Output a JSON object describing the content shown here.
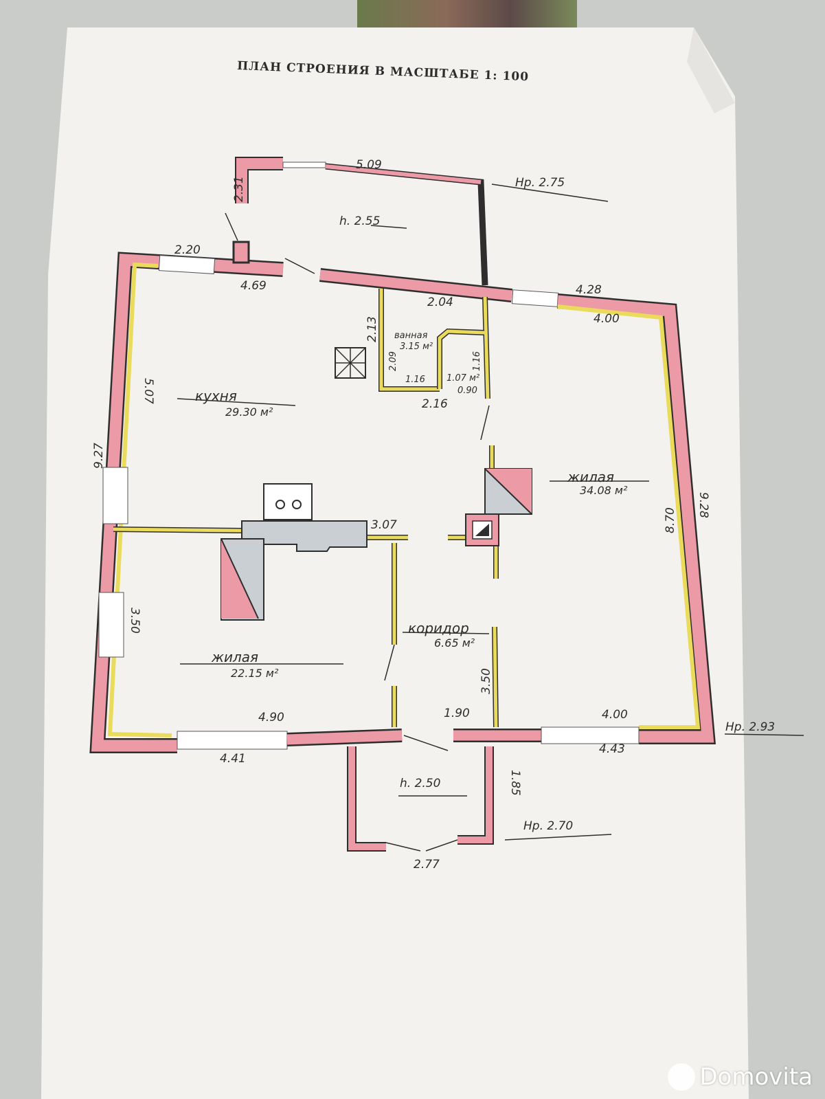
{
  "title": "ПЛАН СТРОЕНИЯ В МАСШТАБЕ 1: 100",
  "rooms": {
    "kitchen": {
      "name": "кухня",
      "area": "29.30 м²"
    },
    "living_right": {
      "name": "жилая",
      "area": "34.08 м²"
    },
    "living_left": {
      "name": "жилая",
      "area": "22.15 м²"
    },
    "corridor": {
      "name": "коридор",
      "area": "6.65 м²"
    },
    "bathroom": {
      "name": "ванная",
      "area": "3.15 м²"
    },
    "bath_extra": {
      "area": "1.07 м²"
    }
  },
  "heights": {
    "top_annex": "Нр. 2.75",
    "annex_inner": "h. 2.55",
    "right_side": "Нр. 2.93",
    "porch_inner": "h. 2.50",
    "porch": "Нр. 2.70"
  },
  "dimensions": {
    "annex_width": "5.09",
    "annex_left": "2.31",
    "top_left_window": "2.20",
    "top_left_wall": "4.69",
    "bath_top": "2.04",
    "top_right_outer": "4.28",
    "top_right_inner": "4.00",
    "left_outer": "9.27",
    "left_upper": "5.07",
    "left_lower": "3.50",
    "bath_left": "2.13",
    "bath_inner_left": "2.09",
    "bath_inner_bottom": "1.16",
    "bath_right": "1.16",
    "bath_extra_w": "0.90",
    "bath_bottom": "2.16",
    "partition": "3.07",
    "right_inner": "8.70",
    "right_outer": "9.28",
    "corridor_right": "3.50",
    "bottom_left_inner": "4.90",
    "bottom_left_outer": "4.41",
    "corridor_bottom": "1.90",
    "bottom_right_inner": "4.00",
    "bottom_right_outer": "4.43",
    "porch_side": "1.85",
    "porch_width": "2.77"
  },
  "colors": {
    "wall_pink": "#ec9aa6",
    "wall_yellow": "#eadb5c",
    "stove_gray": "#c9cfd2",
    "paper": "#f4f2ef",
    "ink": "#2e2e2e"
  },
  "watermark": "Domovita"
}
